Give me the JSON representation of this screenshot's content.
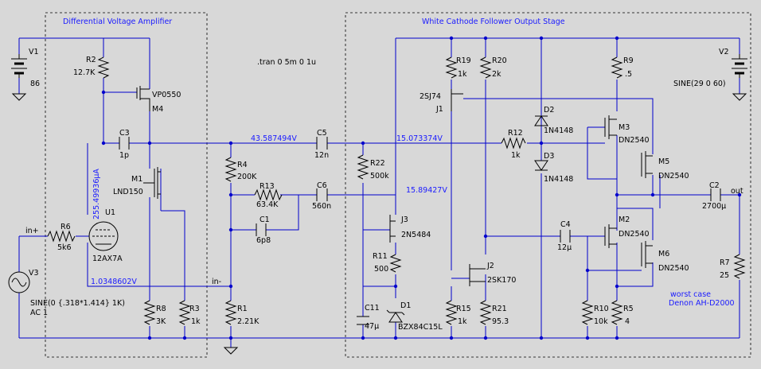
{
  "blocks": {
    "dva": "Differential Voltage Amplifier",
    "wcf": "White Cathode Follower Output Stage"
  },
  "directive": ".tran 0 5m 0 1u",
  "net_labels": {
    "n1": "43.587494V",
    "n2": "15.073374V",
    "n3": "15.89427V",
    "n4": "255.49936µA",
    "n5": "1.0348602V",
    "in_plus": "in+",
    "in_minus": "in-",
    "out": "out"
  },
  "notes": [
    "worst case",
    "Denon AH-D2000"
  ],
  "colors": {
    "wire": "#0000cd",
    "component": "#000000",
    "net_text": "#1a1aff",
    "background": "#d8d8d8"
  },
  "components": [
    {
      "ref": "V1",
      "value": "86"
    },
    {
      "ref": "V2",
      "value": "SINE(29 0 60)"
    },
    {
      "ref": "V3",
      "value": "SINE(0 {.318*1.414} 1K)",
      "extra": "AC 1"
    },
    {
      "ref": "R2",
      "value": "12.7K"
    },
    {
      "ref": "VP0550",
      "value": "M4"
    },
    {
      "ref": "C3",
      "value": "1p"
    },
    {
      "ref": "M1",
      "value": "LND150"
    },
    {
      "ref": "U1",
      "value": "12AX7A"
    },
    {
      "ref": "R6",
      "value": "5k6"
    },
    {
      "ref": "R8",
      "value": "3K"
    },
    {
      "ref": "R3",
      "value": "1k"
    },
    {
      "ref": "R4",
      "value": "200K"
    },
    {
      "ref": "R13",
      "value": "63.4K"
    },
    {
      "ref": "C1",
      "value": "6p8"
    },
    {
      "ref": "R1",
      "value": "2.21K"
    },
    {
      "ref": "C5",
      "value": "12n"
    },
    {
      "ref": "C6",
      "value": "560n"
    },
    {
      "ref": "R22",
      "value": "500k"
    },
    {
      "ref": "J3",
      "value": "2N5484"
    },
    {
      "ref": "R11",
      "value": "500"
    },
    {
      "ref": "C11",
      "value": "47µ"
    },
    {
      "ref": "D1",
      "value": "BZX84C15L"
    },
    {
      "ref": "R19",
      "value": "1k"
    },
    {
      "ref": "R20",
      "value": "2k"
    },
    {
      "ref": "J1",
      "value": "2SJ74"
    },
    {
      "ref": "R12",
      "value": "1k"
    },
    {
      "ref": "D2",
      "value": "1N4148"
    },
    {
      "ref": "D3",
      "value": "1N4148"
    },
    {
      "ref": "R9",
      "value": ".5"
    },
    {
      "ref": "M3",
      "value": "DN2540"
    },
    {
      "ref": "M5",
      "value": "DN2540"
    },
    {
      "ref": "C2",
      "value": "2700µ"
    },
    {
      "ref": "M2",
      "value": "DN2540"
    },
    {
      "ref": "M6",
      "value": "DN2540"
    },
    {
      "ref": "C4",
      "value": "12µ"
    },
    {
      "ref": "J2",
      "value": "2SK170"
    },
    {
      "ref": "R15",
      "value": "1k"
    },
    {
      "ref": "R21",
      "value": "95.3"
    },
    {
      "ref": "R10",
      "value": "10k"
    },
    {
      "ref": "R5",
      "value": "4"
    },
    {
      "ref": "R7",
      "value": "25"
    }
  ]
}
